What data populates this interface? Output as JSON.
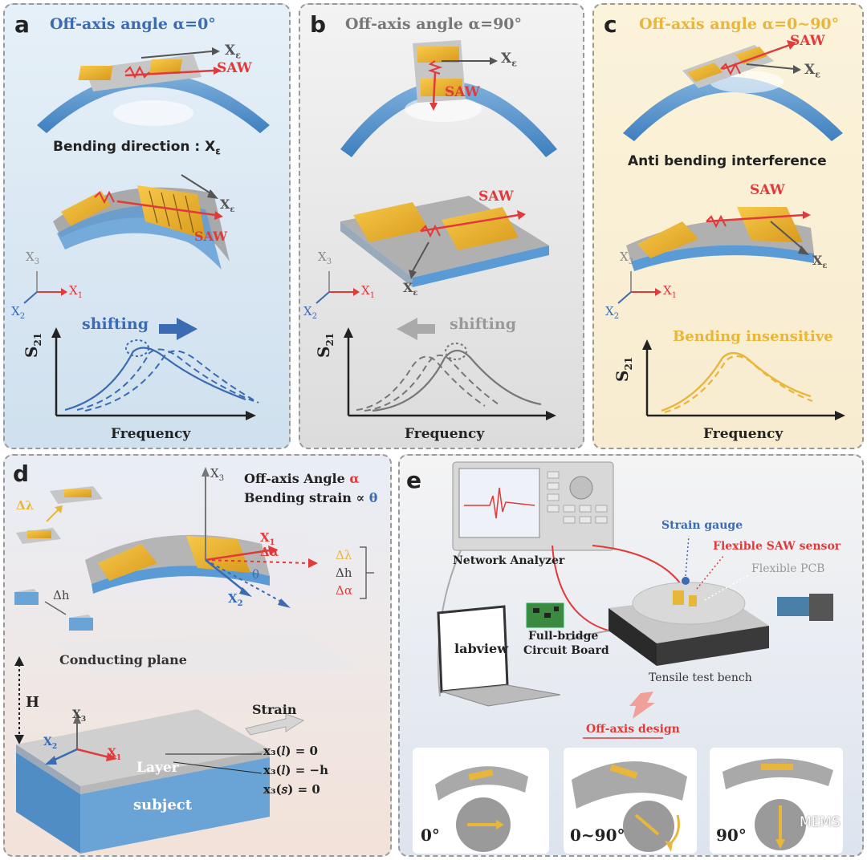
{
  "panel_a": {
    "letter": "a",
    "title": "Off-axis angle α=0°",
    "bending_direction": "Bending direction : X",
    "bending_sub": "ε",
    "xeps": "X",
    "eps": "ε",
    "saw": "SAW",
    "axis_x1": "X",
    "axis_x2": "X",
    "axis_x3": "X",
    "sub1": "1",
    "sub2": "2",
    "sub3": "3",
    "shifting": "shifting",
    "ylabel": "S",
    "ysub": "21",
    "xlabel": "Frequency",
    "color": "#3a6bb3"
  },
  "panel_b": {
    "letter": "b",
    "title": "Off-axis angle α=90°",
    "xeps": "X",
    "eps": "ε",
    "saw": "SAW",
    "shifting": "shifting",
    "axis_x1": "X",
    "axis_x2": "X",
    "axis_x3": "X",
    "sub1": "1",
    "sub2": "2",
    "sub3": "3",
    "ylabel": "S",
    "ysub": "21",
    "xlabel": "Frequency",
    "color": "#777777"
  },
  "panel_c": {
    "letter": "c",
    "title": "Off-axis angle α=0~90°",
    "saw": "SAW",
    "xeps": "X",
    "eps": "ε",
    "anti": "Anti bending interference",
    "insensitive": "Bending insensitive",
    "axis_x1": "X",
    "axis_x2": "X",
    "axis_x3": "X",
    "sub1": "1",
    "sub2": "2",
    "sub3": "3",
    "ylabel": "S",
    "ysub": "21",
    "xlabel": "Frequency",
    "color": "#e8b63a"
  },
  "panel_d": {
    "letter": "d",
    "offaxis": "Off-axis Angle",
    "alpha": "α",
    "strain_rel": "Bending strain ∝",
    "theta": "θ",
    "dlambda": "Δλ",
    "dh": "Δh",
    "dalpha": "Δα",
    "x1": "X",
    "x2": "X",
    "x3": "X",
    "s1": "1",
    "s2": "2",
    "s3": "3",
    "theta_small": "θ",
    "conducting": "Conducting plane",
    "H": "H",
    "strain": "Strain",
    "layer": "Layer",
    "subject": "subject",
    "eq1": "x₃(𝑙) = 0",
    "eq2": "x₃(𝑙) = −h",
    "eq3": "x₃(𝑠) = 0"
  },
  "panel_e": {
    "letter": "e",
    "network": "Network Analyzer",
    "strain_gauge": "Strain gauge",
    "flex_saw": "Flexible SAW sensor",
    "flex_pcb": "Flexible PCB",
    "labview": "labview",
    "fullbridge1": "Full-bridge",
    "fullbridge2": "Circuit Board",
    "tensile": "Tensile test bench",
    "offaxis_design": "Off-axis design",
    "deg0": "0°",
    "deg090": "0~90°",
    "deg90": "90°",
    "watermark": "MEMS"
  }
}
